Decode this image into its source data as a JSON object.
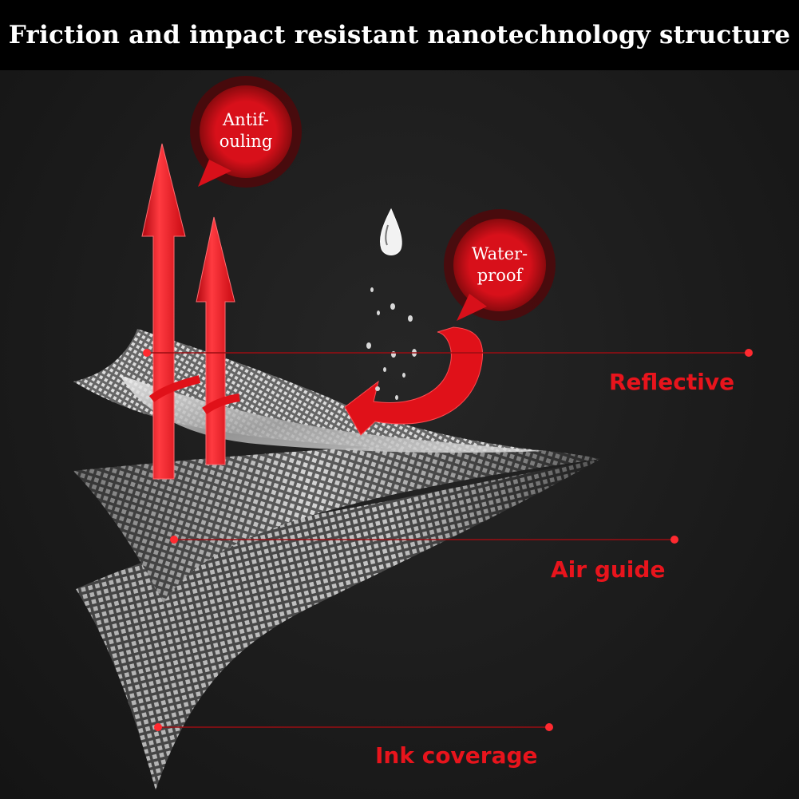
{
  "header": {
    "title": "Friction and impact resistant nanotechnology structure"
  },
  "layers": [
    {
      "key": "reflective",
      "label": "Reflective"
    },
    {
      "key": "air_guide",
      "label": "Air guide"
    },
    {
      "key": "ink_coverage",
      "label": "Ink coverage"
    }
  ],
  "callouts": {
    "antifouling": {
      "line1": "Antif-",
      "line2": "ouling"
    },
    "waterproof": {
      "line1": "Water-",
      "line2": "proof"
    }
  },
  "icons": {
    "water_drop": "water-drop-icon",
    "droplets": "droplets-icon"
  },
  "colors": {
    "background": "#1b1b1b",
    "header_bg": "#000000",
    "header_text": "#ffffff",
    "accent_red": "#e8141c",
    "bubble_red": "#d8101a",
    "mesh_light": "#d9d9d9",
    "mesh_dark": "#5a5a5a"
  }
}
